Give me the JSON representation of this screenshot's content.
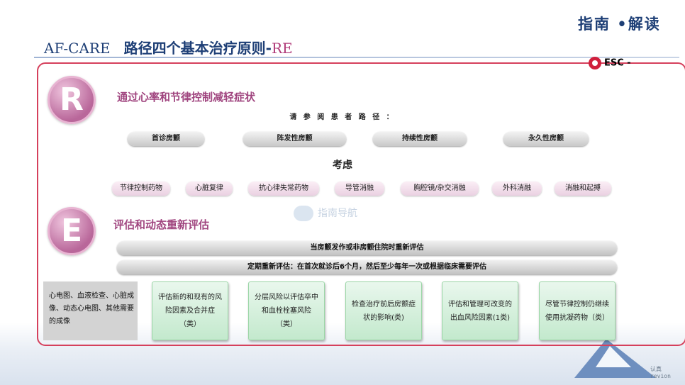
{
  "brand": "指南 •解读",
  "title": {
    "prefix": "AF-CARE",
    "main": "路径四个基本治疗原则-",
    "suffix": "RE"
  },
  "esc_label": "ESC -",
  "section_r": {
    "letter": "R",
    "title": "通过心率和节律控制减轻症状"
  },
  "pathway_hint": "请 参 阅 患 者 路 径 ：",
  "pathways": [
    "首诊房颤",
    "阵发性房颤",
    "持续性房颤",
    "永久性房颤"
  ],
  "consider_label": "考虑",
  "considerations": [
    "节律控制药物",
    "心脏复律",
    "抗心律失常药物",
    "导管消融",
    "胸腔镜/杂交消融",
    "外科消融",
    "消融和起搏"
  ],
  "watermark": "指南导航",
  "section_e": {
    "letter": "E",
    "title": "评估和动态重新评估"
  },
  "bars": [
    "当房颤发作或非房颤住院时重新评估",
    "定期重新评估：在首次就诊后6个月，然后至少每年一次或根据临床需要评估"
  ],
  "grey_box": "心电图、血液检查、心脏成像、动态心电图、其他需要的成像",
  "green_boxes": [
    "评估新的和现有的风险因素及合并症（类）",
    "分层风险以评估卒中和血栓栓塞风险（类）",
    "检查治疗前后房颤症状的影响(类)",
    "评估和管理可改变的出血风险因素(1类)",
    "尽管节律控制仍继续使用抗凝药物（类）"
  ],
  "corner_text": "认真 revion"
}
